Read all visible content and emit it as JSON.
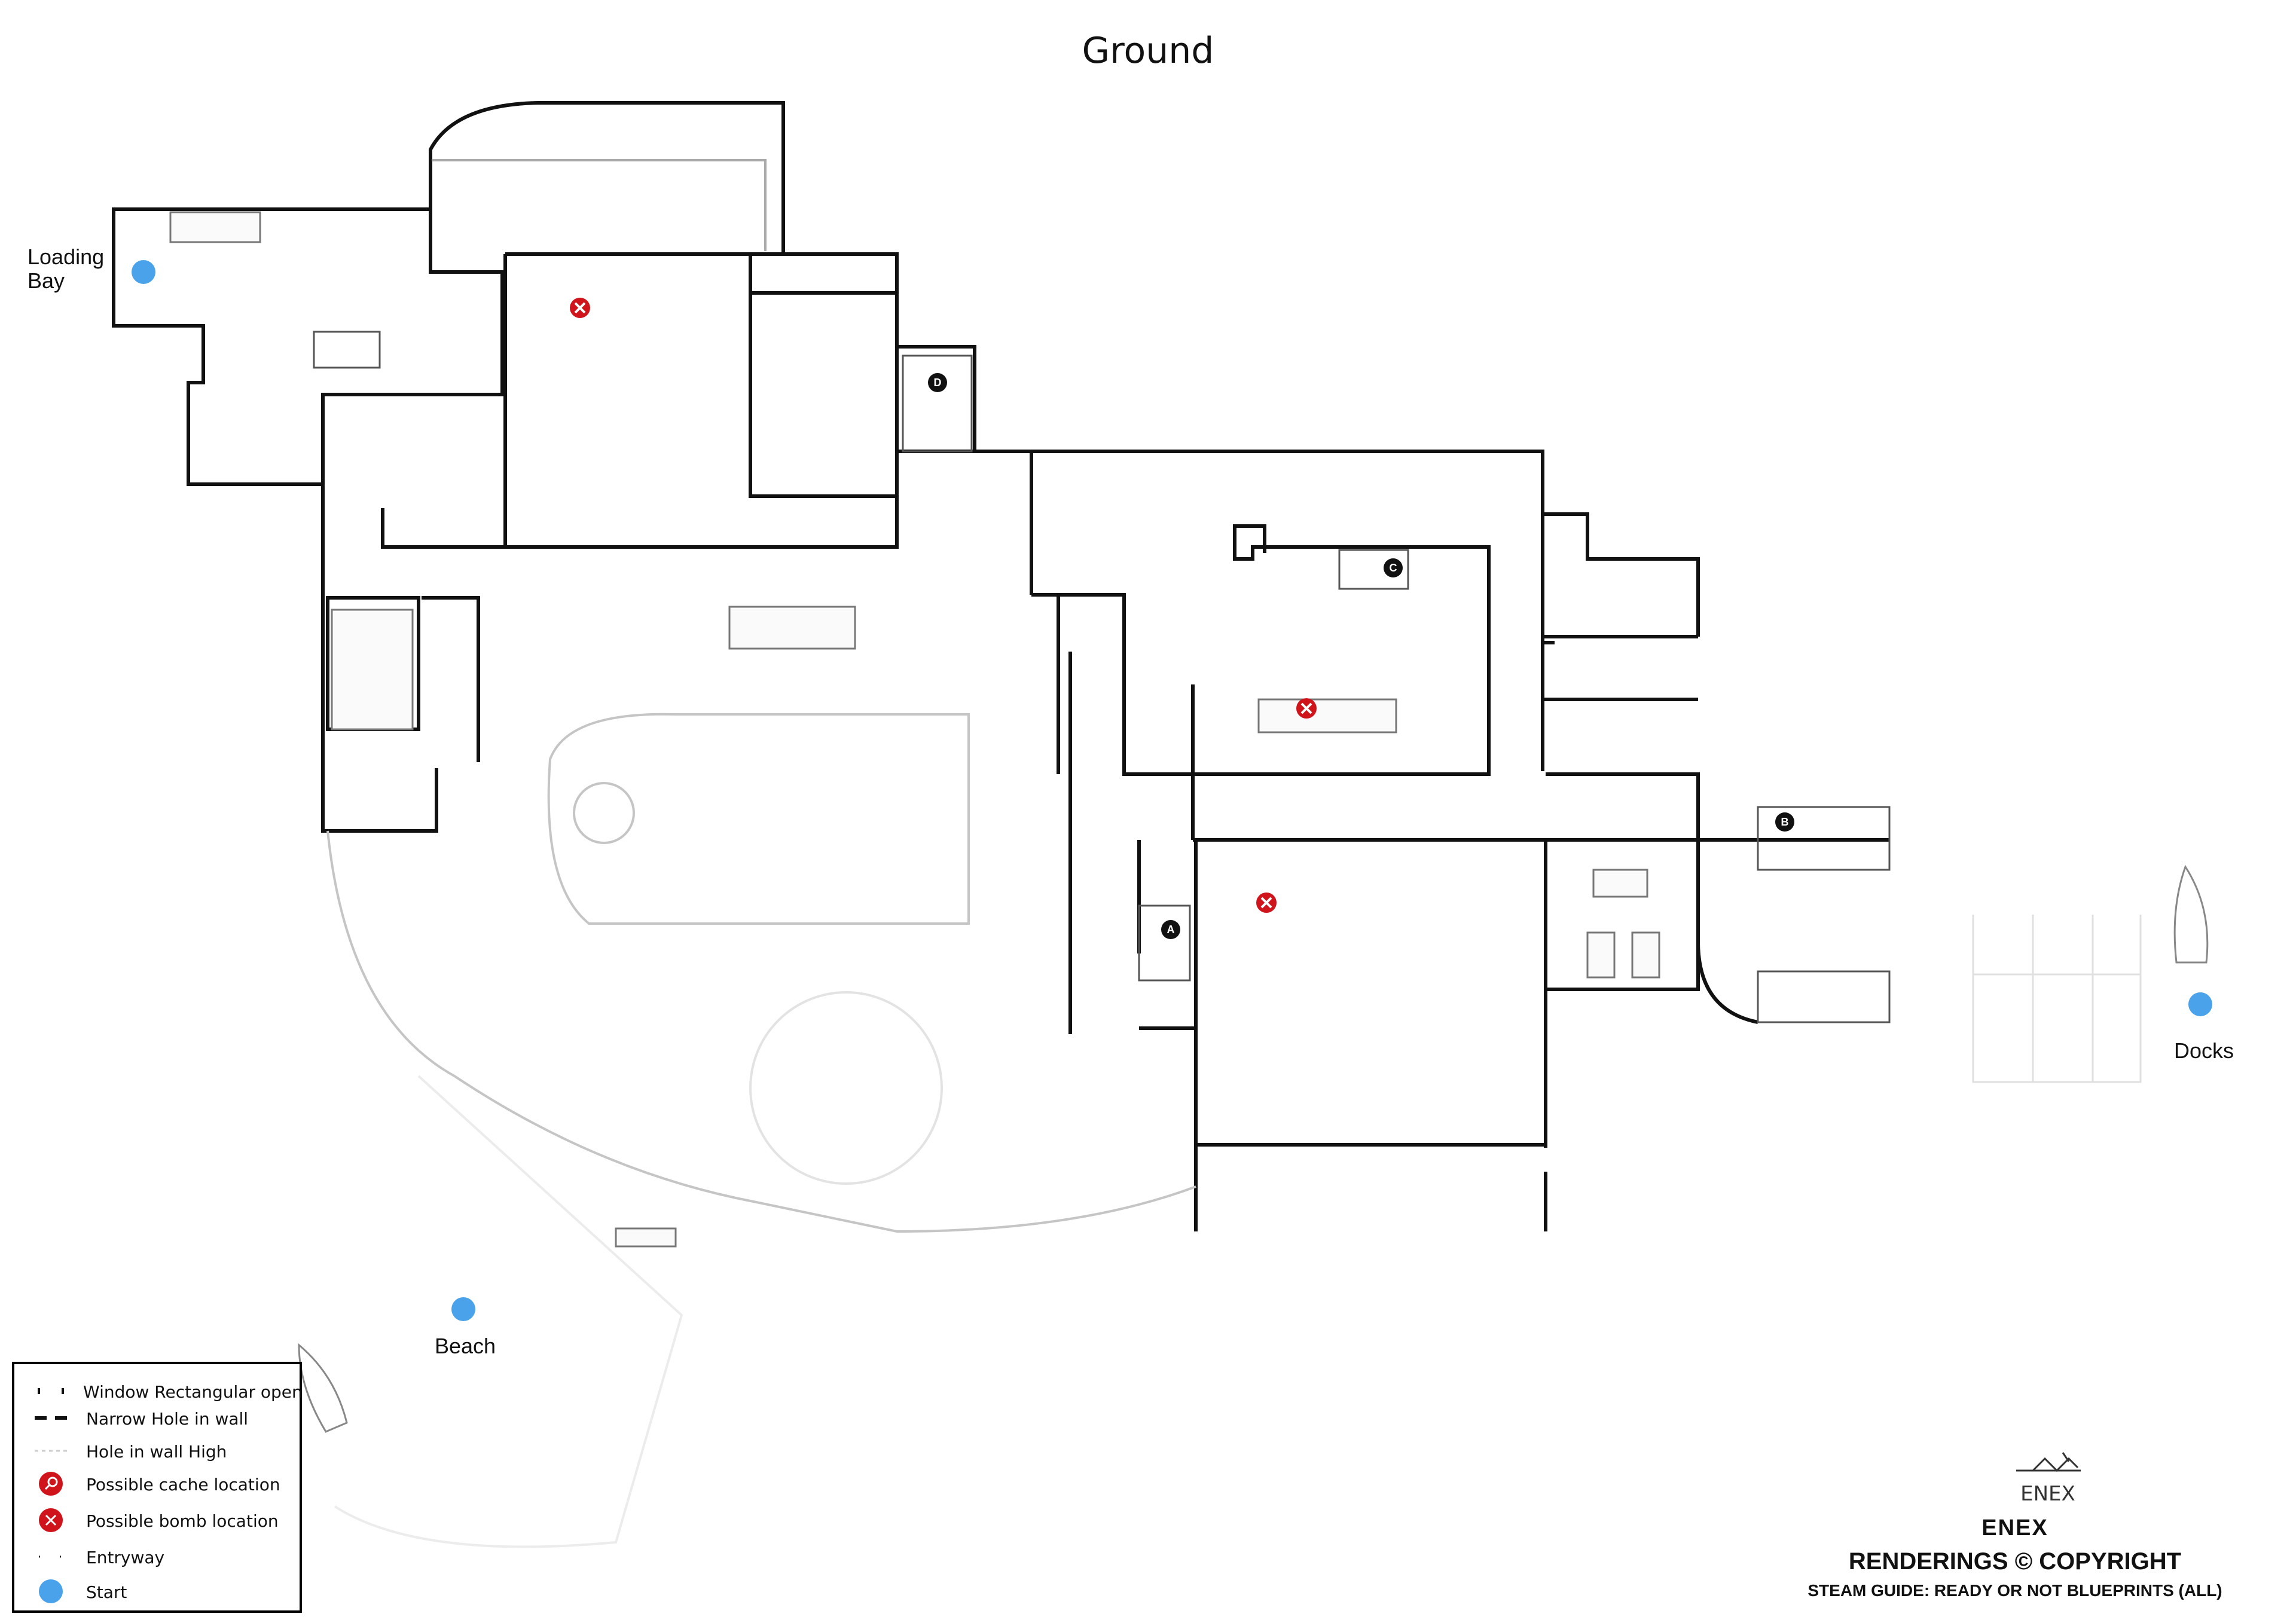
{
  "title": "Ground",
  "areas": {
    "loading_bay_line1": "Loading",
    "loading_bay_line2": "Bay",
    "beach": "Beach",
    "docks": "Docks"
  },
  "stair_markers": [
    "A",
    "B",
    "C",
    "D"
  ],
  "markers": {
    "start_count": 3,
    "bomb_count": 3
  },
  "legend": {
    "items": [
      {
        "symbol": "window",
        "label": "Window  Rectangular open"
      },
      {
        "symbol": "narrow-hole",
        "label": "Narrow Hole in wall"
      },
      {
        "symbol": "high-hole",
        "label": "Hole in wall High"
      },
      {
        "symbol": "cache",
        "label": "Possible cache location"
      },
      {
        "symbol": "bomb",
        "label": "Possible bomb location"
      },
      {
        "symbol": "entryway",
        "label": "Entryway"
      },
      {
        "symbol": "start",
        "label": "Start"
      }
    ]
  },
  "credits": {
    "logo_text": "ENEX",
    "brand": "ENEX",
    "copyright": "RENDERINGS © COPYRIGHT",
    "guide": "STEAM GUIDE: READY OR NOT BLUEPRINTS (ALL)"
  },
  "colors": {
    "wall": "#111111",
    "bomb": "#d0141c",
    "start": "#4aa3ea",
    "furniture": "#888888",
    "faint": "#cfcfcf"
  }
}
